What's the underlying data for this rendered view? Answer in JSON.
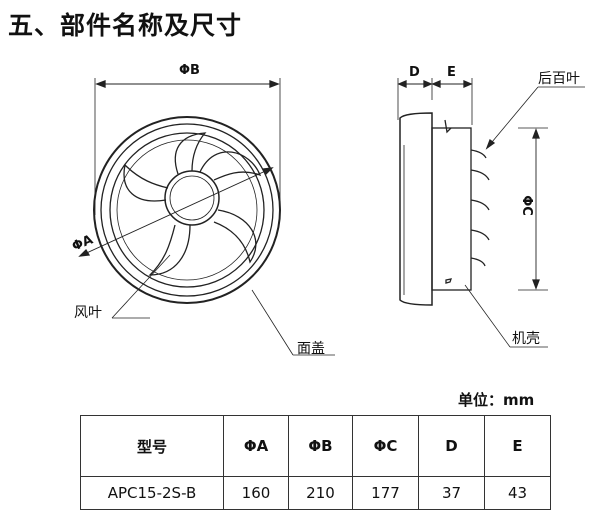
{
  "title": "五、部件名称及尺寸",
  "front_view": {
    "dim_b": "ΦB",
    "dim_a": "ΦA",
    "label_blade": "风叶",
    "label_cover": "面盖"
  },
  "side_view": {
    "dim_d": "D",
    "dim_e": "E",
    "dim_c": "ΦC",
    "label_louver": "后百叶",
    "label_housing": "机壳"
  },
  "unit": "单位：mm",
  "table": {
    "headers": [
      "型号",
      "ΦA",
      "ΦB",
      "ΦC",
      "D",
      "E"
    ],
    "rows": [
      [
        "APC15-2S-B",
        "160",
        "210",
        "177",
        "37",
        "43"
      ]
    ]
  }
}
